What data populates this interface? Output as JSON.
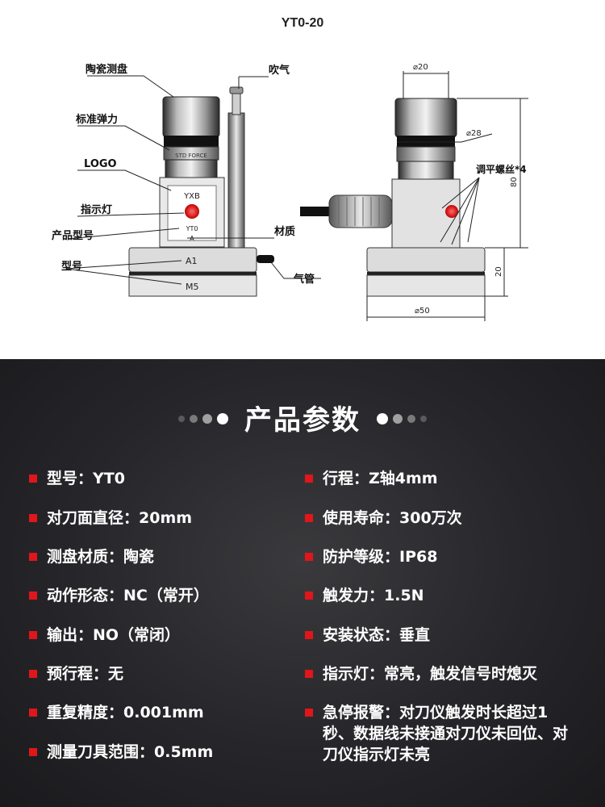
{
  "diagram": {
    "title": "YT0-20",
    "left_labels": {
      "ceramic_disc": "陶瓷测盘",
      "air_blow": "吹气",
      "standard_force": "标准弹力",
      "logo": "LOGO",
      "indicator": "指示灯",
      "product_model": "产品型号",
      "material": "材质",
      "model": "型号",
      "air_tube": "气管"
    },
    "device_text": {
      "std_force": "STD FORCE",
      "brand": "YXB",
      "model_code": "YT0",
      "material_code": "A",
      "a1": "A1",
      "m5": "M5"
    },
    "dimensions": {
      "d20": "⌀20",
      "d28": "⌀28",
      "leveling_screw": "调平螺丝*4",
      "h80": "80",
      "h20": "20",
      "d50": "⌀50"
    }
  },
  "params": {
    "heading": "产品参数",
    "left": [
      "型号：YT0",
      "对刀面直径：20mm",
      "测盘材质：陶瓷",
      "动作形态：NC（常开）",
      "输出：NO（常闭）",
      "预行程：无",
      "重复精度：0.001mm",
      "测量刀具范围：0.5mm"
    ],
    "right": [
      "行程：Z轴4mm",
      "使用寿命：300万次",
      "防护等级：IP68",
      "触发力：1.5N",
      "安装状态：垂直",
      "指示灯：常亮，触发信号时熄灭",
      "急停报警：对刀仪触发时长超过1秒、数据线未接通对刀仪未回位、对刀仪指示灯未亮"
    ]
  },
  "colors": {
    "accent_red": "#e0161b",
    "panel_dark": "#26262a",
    "text_light": "#ffffff"
  }
}
